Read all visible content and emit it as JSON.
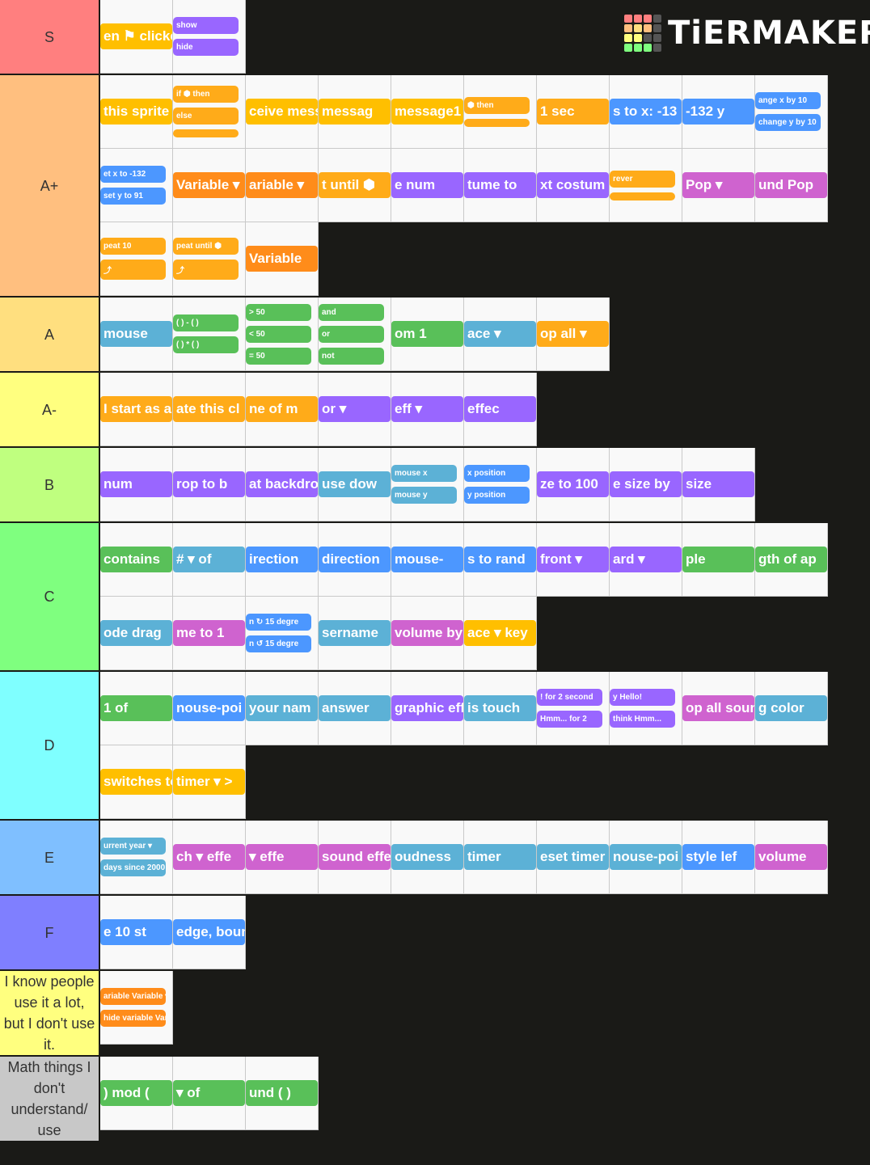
{
  "logo": {
    "text": "TiERMAKER"
  },
  "palette": {
    "events": "#ffbf00",
    "control": "#ffab19",
    "motion": "#4c97ff",
    "looks": "#9966ff",
    "sound": "#cf63cf",
    "sensing": "#5cb1d6",
    "operators": "#59c059",
    "variables": "#ff8c1a",
    "background": "#1a1a17",
    "tile": "#f9f9f9"
  },
  "tiers": [
    {
      "label": "S",
      "color": "#ff7f7f",
      "tiles": [
        {
          "cat": "events",
          "lines": [
            "en ⚑ clicke"
          ]
        },
        {
          "cat": "looks",
          "lines": [
            "show",
            "hide"
          ]
        }
      ]
    },
    {
      "label": "A+",
      "color": "#ffbf7f",
      "tiles": [
        {
          "cat": "events",
          "lines": [
            "this sprite cl"
          ]
        },
        {
          "cat": "control",
          "lines": [
            "if ⬢ then",
            "else",
            " "
          ]
        },
        {
          "cat": "events",
          "lines": [
            "ceive mess"
          ]
        },
        {
          "cat": "events",
          "lines": [
            "messag"
          ]
        },
        {
          "cat": "events",
          "lines": [
            "message1"
          ]
        },
        {
          "cat": "control",
          "lines": [
            "⬢ then",
            " "
          ]
        },
        {
          "cat": "control",
          "lines": [
            "1 sec"
          ]
        },
        {
          "cat": "motion",
          "lines": [
            "s to x: -13"
          ]
        },
        {
          "cat": "motion",
          "lines": [
            "-132 y"
          ]
        },
        {
          "cat": "motion",
          "lines": [
            "ange x by 10",
            "change y by 10"
          ]
        },
        {
          "cat": "motion",
          "lines": [
            "et x to -132",
            "set y to 91"
          ]
        },
        {
          "cat": "variables",
          "lines": [
            "Variable ▾"
          ]
        },
        {
          "cat": "variables",
          "lines": [
            "ariable ▾"
          ]
        },
        {
          "cat": "control",
          "lines": [
            "t until ⬢"
          ]
        },
        {
          "cat": "looks",
          "lines": [
            "e num"
          ]
        },
        {
          "cat": "looks",
          "lines": [
            "tume to"
          ]
        },
        {
          "cat": "looks",
          "lines": [
            "xt costum"
          ]
        },
        {
          "cat": "control",
          "lines": [
            "rever",
            " "
          ]
        },
        {
          "cat": "sound",
          "lines": [
            "Pop ▾"
          ]
        },
        {
          "cat": "sound",
          "lines": [
            "und Pop"
          ]
        },
        {
          "cat": "control",
          "lines": [
            "peat 10",
            "⤴"
          ]
        },
        {
          "cat": "control",
          "lines": [
            "peat until ⬢",
            "⤴"
          ]
        },
        {
          "cat": "variables",
          "lines": [
            "Variable"
          ]
        }
      ]
    },
    {
      "label": "A",
      "color": "#ffdf7f",
      "tiles": [
        {
          "cat": "sensing",
          "lines": [
            "mouse"
          ]
        },
        {
          "cat": "operators",
          "lines": [
            "( ) - ( )",
            "( ) * ( )"
          ]
        },
        {
          "cat": "operators",
          "lines": [
            "> 50",
            "< 50",
            "= 50"
          ]
        },
        {
          "cat": "operators",
          "lines": [
            "and",
            "or",
            "not"
          ]
        },
        {
          "cat": "operators",
          "lines": [
            "om 1"
          ]
        },
        {
          "cat": "sensing",
          "lines": [
            "ace ▾"
          ]
        },
        {
          "cat": "control",
          "lines": [
            "op all ▾"
          ]
        }
      ]
    },
    {
      "label": "A-",
      "color": "#ffff7f",
      "tiles": [
        {
          "cat": "control",
          "lines": [
            "I start as a c"
          ]
        },
        {
          "cat": "control",
          "lines": [
            "ate this cl"
          ]
        },
        {
          "cat": "control",
          "lines": [
            "ne of m"
          ]
        },
        {
          "cat": "looks",
          "lines": [
            "or ▾"
          ]
        },
        {
          "cat": "looks",
          "lines": [
            "eff ▾"
          ]
        },
        {
          "cat": "looks",
          "lines": [
            "effec"
          ]
        }
      ]
    },
    {
      "label": "B",
      "color": "#bfff7f",
      "tiles": [
        {
          "cat": "looks",
          "lines": [
            "num"
          ]
        },
        {
          "cat": "looks",
          "lines": [
            "rop to b"
          ]
        },
        {
          "cat": "looks",
          "lines": [
            "at backdro"
          ]
        },
        {
          "cat": "sensing",
          "lines": [
            "use dow"
          ]
        },
        {
          "cat": "sensing",
          "lines": [
            "mouse x",
            "mouse y"
          ]
        },
        {
          "cat": "motion",
          "lines": [
            "x position",
            "y position"
          ]
        },
        {
          "cat": "looks",
          "lines": [
            "ze to 100"
          ]
        },
        {
          "cat": "looks",
          "lines": [
            "e size by"
          ]
        },
        {
          "cat": "looks",
          "lines": [
            "size"
          ]
        }
      ]
    },
    {
      "label": "C",
      "color": "#7fff7f",
      "tiles": [
        {
          "cat": "operators",
          "lines": [
            "contains"
          ]
        },
        {
          "cat": "sensing",
          "lines": [
            "# ▾ of"
          ]
        },
        {
          "cat": "motion",
          "lines": [
            "irection"
          ]
        },
        {
          "cat": "motion",
          "lines": [
            "direction"
          ]
        },
        {
          "cat": "motion",
          "lines": [
            "mouse-"
          ]
        },
        {
          "cat": "motion",
          "lines": [
            "s to rand"
          ]
        },
        {
          "cat": "looks",
          "lines": [
            "front ▾"
          ]
        },
        {
          "cat": "looks",
          "lines": [
            "ard ▾"
          ]
        },
        {
          "cat": "operators",
          "lines": [
            "ple"
          ]
        },
        {
          "cat": "operators",
          "lines": [
            "gth of ap"
          ]
        },
        {
          "cat": "sensing",
          "lines": [
            "ode drag"
          ]
        },
        {
          "cat": "sound",
          "lines": [
            "me to 1"
          ]
        },
        {
          "cat": "motion",
          "lines": [
            "n ↻ 15 degre",
            "n ↺ 15 degre"
          ]
        },
        {
          "cat": "sensing",
          "lines": [
            "sername"
          ]
        },
        {
          "cat": "sound",
          "lines": [
            "volume by"
          ]
        },
        {
          "cat": "events",
          "lines": [
            "ace ▾ key"
          ]
        }
      ]
    },
    {
      "label": "D",
      "color": "#7fffff",
      "tiles": [
        {
          "cat": "operators",
          "lines": [
            "1 of"
          ]
        },
        {
          "cat": "motion",
          "lines": [
            "nouse-poi"
          ]
        },
        {
          "cat": "sensing",
          "lines": [
            "your nam"
          ]
        },
        {
          "cat": "sensing",
          "lines": [
            "answer"
          ]
        },
        {
          "cat": "looks",
          "lines": [
            "graphic eff"
          ]
        },
        {
          "cat": "sensing",
          "lines": [
            "is touch"
          ]
        },
        {
          "cat": "looks",
          "lines": [
            "! for 2 second",
            "Hmm... for 2"
          ]
        },
        {
          "cat": "looks",
          "lines": [
            "y Hello!",
            "think Hmm..."
          ]
        },
        {
          "cat": "sound",
          "lines": [
            "op all soun"
          ]
        },
        {
          "cat": "sensing",
          "lines": [
            "g color"
          ]
        },
        {
          "cat": "events",
          "lines": [
            "switches to"
          ]
        },
        {
          "cat": "events",
          "lines": [
            "timer ▾ >"
          ]
        }
      ]
    },
    {
      "label": "E",
      "color": "#7fbfff",
      "tiles": [
        {
          "cat": "sensing",
          "lines": [
            "urrent year ▾",
            "days since 2000"
          ]
        },
        {
          "cat": "sound",
          "lines": [
            "ch ▾ effe"
          ]
        },
        {
          "cat": "sound",
          "lines": [
            "▾ effe"
          ]
        },
        {
          "cat": "sound",
          "lines": [
            "sound effe"
          ]
        },
        {
          "cat": "sensing",
          "lines": [
            "oudness"
          ]
        },
        {
          "cat": "sensing",
          "lines": [
            "timer"
          ]
        },
        {
          "cat": "sensing",
          "lines": [
            "eset timer"
          ]
        },
        {
          "cat": "sensing",
          "lines": [
            "nouse-poi"
          ]
        },
        {
          "cat": "motion",
          "lines": [
            "style lef"
          ]
        },
        {
          "cat": "sound",
          "lines": [
            "volume"
          ]
        }
      ]
    },
    {
      "label": "F",
      "color": "#7f7fff",
      "tiles": [
        {
          "cat": "motion",
          "lines": [
            "e 10 st"
          ]
        },
        {
          "cat": "motion",
          "lines": [
            "edge, boun"
          ]
        }
      ]
    },
    {
      "label": "I know people use it a lot, but I don't use it.",
      "color": "#ffff7f",
      "tiles": [
        {
          "cat": "variables",
          "lines": [
            "ariable Variable ▾",
            "hide variable Variab"
          ]
        }
      ]
    },
    {
      "label": "Math things I don't understand/ use",
      "color": "#c8c8c8",
      "tiles": [
        {
          "cat": "operators",
          "lines": [
            ") mod ("
          ]
        },
        {
          "cat": "operators",
          "lines": [
            "▾ of"
          ]
        },
        {
          "cat": "operators",
          "lines": [
            "und ( )"
          ]
        }
      ]
    }
  ]
}
